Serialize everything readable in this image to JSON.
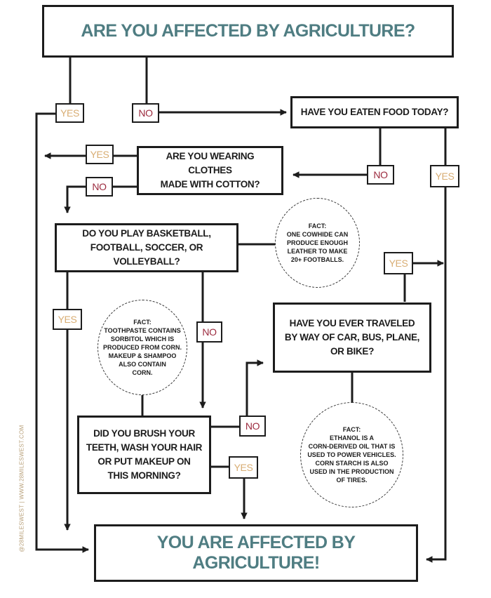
{
  "title": "ARE YOU AFFECTED BY AGRICULTURE?",
  "questions": {
    "eaten_food": "HAVE YOU EATEN FOOD TODAY?",
    "cotton": "ARE YOU WEARING CLOTHES\nMADE WITH COTTON?",
    "sports": "DO YOU PLAY BASKETBALL,\nFOOTBALL, SOCCER, OR VOLLEYBALL?",
    "traveled": "HAVE YOU EVER TRAVELED\nBY WAY OF CAR, BUS, PLANE,\nOR BIKE?",
    "brush": "DID YOU BRUSH YOUR\nTEETH, WASH YOUR HAIR\nOR PUT MAKEUP ON\nTHIS MORNING?"
  },
  "result": "YOU ARE AFFECTED BY AGRICULTURE!",
  "labels": {
    "yes": "YES",
    "no": "NO"
  },
  "facts": {
    "cowhide": {
      "head": "FACT:",
      "body": "ONE COWHIDE CAN\nPRODUCE ENOUGH\nLEATHER TO MAKE\n20+ FOOTBALLS."
    },
    "toothpaste": {
      "head": "FACT:",
      "body": "TOOTHPASTE CONTAINS\nSORBITOL WHICH IS\nPRODUCED FROM CORN.\nMAKEUP & SHAMPOO\nALSO CONTAIN\nCORN."
    },
    "ethanol": {
      "head": "FACT:",
      "body": "ETHANOL IS A\nCORN-DERIVED OIL THAT IS\nUSED TO POWER VEHICLES.\nCORN STARCH IS ALSO\nUSED IN THE PRODUCTION\nOF TIRES."
    }
  },
  "side_credit": "@28MILESWEST | WWW.28MILESWEST.COM",
  "colors": {
    "title_teal": "#4f7d82",
    "yes_gold": "#d8ad73",
    "no_maroon": "#9c2a3e",
    "line_dark": "#1c1c1c"
  }
}
